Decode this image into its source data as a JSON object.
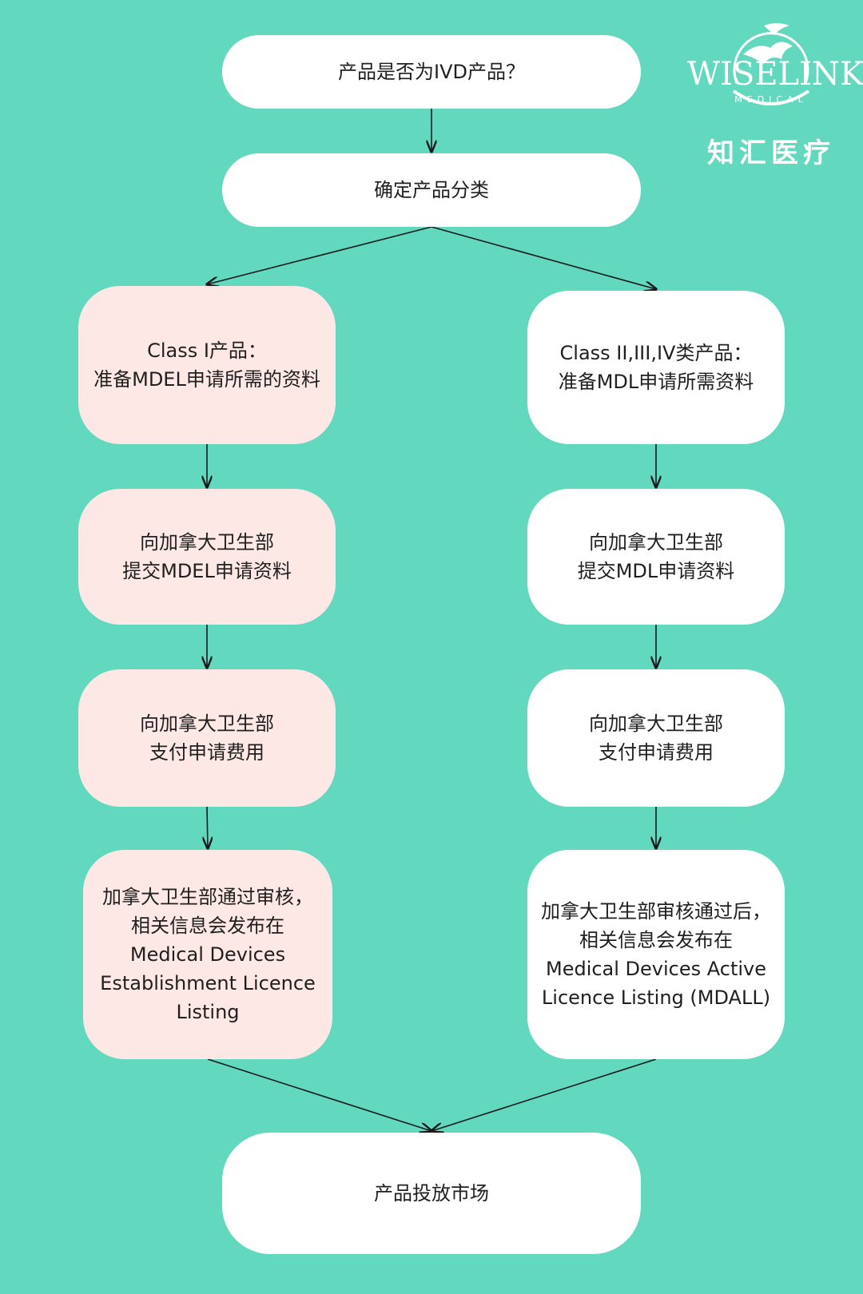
{
  "colors": {
    "background": "#62d8bf",
    "white_box": "#ffffff",
    "pink_box": "#fde8e6",
    "line": "#1a1a1a",
    "logo": "#ffffff"
  },
  "logo": {
    "wordmark": "WISELINK",
    "sub": "MEDICAL",
    "chinese": "知汇医疗",
    "emblem_icon": "globe-swoosh-icon"
  },
  "flow": {
    "start": "产品是否为IVD产品？",
    "classify": "确定产品分类",
    "left": {
      "prepare": [
        "Class I产品：",
        "准备MDEL申请所需的资料"
      ],
      "submit": [
        "向加拿大卫生部",
        "提交MDEL申请资料"
      ],
      "pay": [
        "向加拿大卫生部",
        "支付申请费用"
      ],
      "approve": [
        "加拿大卫生部通过审核，",
        "相关信息会发布在",
        "Medical Devices",
        "Establishment Licence",
        "Listing"
      ]
    },
    "right": {
      "prepare": [
        "Class II,III,IV类产品：",
        "准备MDL申请所需资料"
      ],
      "submit": [
        "向加拿大卫生部",
        "提交MDL申请资料"
      ],
      "pay": [
        "向加拿大卫生部",
        "支付申请费用"
      ],
      "approve": [
        "加拿大卫生部审核通过后，",
        "相关信息会发布在",
        "Medical Devices Active",
        "Licence Listing (MDALL)"
      ]
    },
    "end": "产品投放市场"
  }
}
